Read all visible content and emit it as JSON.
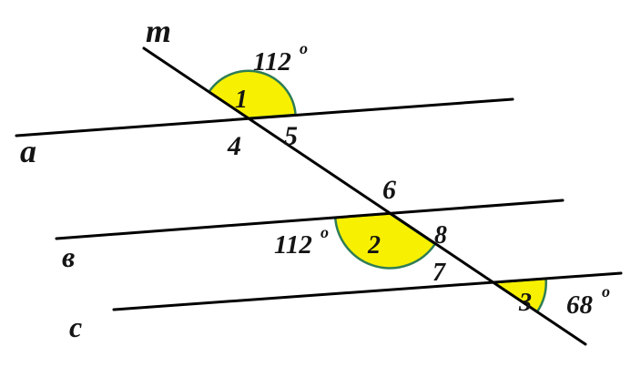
{
  "diagram": {
    "line_labels": {
      "m": "m",
      "a": "a",
      "b": "в",
      "c": "c"
    },
    "angle_numbers": {
      "n1": "1",
      "n2": "2",
      "n3": "3",
      "n4": "4",
      "n5": "5",
      "n6": "6",
      "n7": "7",
      "n8": "8"
    },
    "angle_measures": {
      "top": {
        "value": "112",
        "mark": "o"
      },
      "middle": {
        "value": "112",
        "mark": "o"
      },
      "bottom": {
        "value": "68",
        "mark": "o"
      }
    },
    "colors": {
      "line": "#000000",
      "text": "#141414",
      "angle_fill": "#f7f000",
      "angle_stroke": "#2e7d56",
      "background": "#ffffff"
    }
  }
}
